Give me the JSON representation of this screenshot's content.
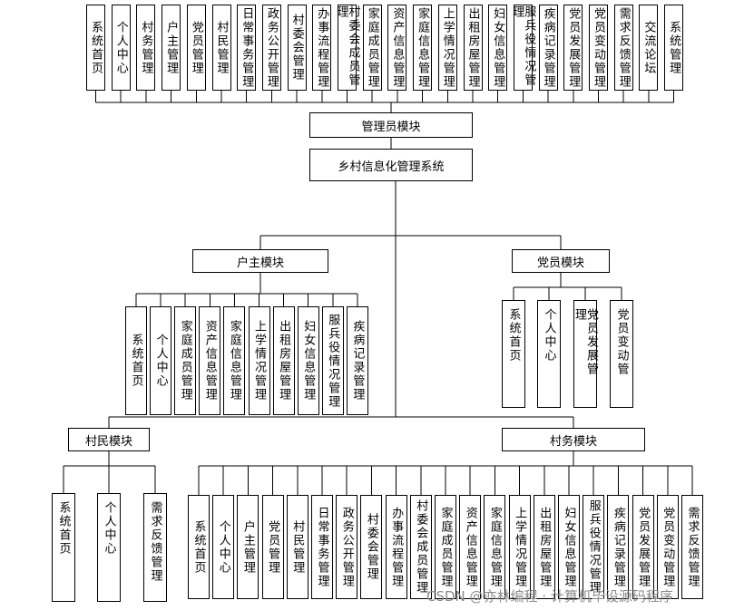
{
  "top_row": [
    "系统首页",
    "个人中心",
    "村务管理",
    "户主管理",
    "党员管理",
    "村民管理",
    "日常事务管理",
    "政务公开管理",
    "村委会管理",
    "办事流程管理",
    "村委会成员管理",
    "家庭成员管理",
    "资产信息管理",
    "家庭信息管理",
    "上学情况管理",
    "出租房屋管理",
    "妇女信息管理",
    "服兵役情况管理",
    "疾病记录管理",
    "党员发展管理",
    "党员变动管理",
    "需求反馈管理",
    "交流论坛",
    "系统管理"
  ],
  "admin_module": "管理员模块",
  "system_title": "乡村信息化管理系统",
  "household": {
    "title": "户主模块",
    "items": [
      "系统首页",
      "个人中心",
      "家庭成员管理",
      "资产信息管理",
      "家庭信息管理",
      "上学情况管理",
      "出租房屋管理",
      "妇女信息管理",
      "服兵役情况管理",
      "疾病记录管理"
    ]
  },
  "party": {
    "title": "党员模块",
    "items": [
      "系统首页",
      "个人中心",
      "党员发展管理",
      "党员变动管"
    ]
  },
  "villager": {
    "title": "村民模块",
    "items": [
      "系统首页",
      "个人中心",
      "需求反馈管理"
    ]
  },
  "village_affairs": {
    "title": "村务模块",
    "items": [
      "系统首页",
      "个人中心",
      "户主管理",
      "党员管理",
      "村民管理",
      "日常事务管理",
      "政务公开管理",
      "村委会管理",
      "办事流程管理",
      "村委会成员管理",
      "家庭成员管理",
      "资产信息管理",
      "家庭信息管理",
      "上学情况管理",
      "出租房屋管理",
      "妇女信息管理",
      "服兵役情况管理",
      "疾病记录管理",
      "党员发展管理",
      "党员变动管理",
      "需求反馈管理"
    ]
  },
  "watermark": "CSDN @亦林编程 · 计算机毕设源码程序"
}
